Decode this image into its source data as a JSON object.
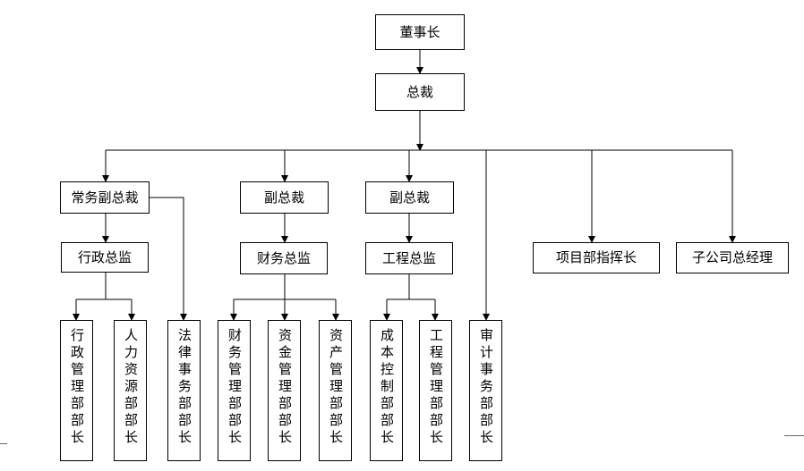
{
  "org_chart": {
    "chairman": "董事长",
    "president": "总裁",
    "exec_vp": "常务副总裁",
    "vp_1": "副总裁",
    "vp_2": "副总裁",
    "admin_director": "行政总监",
    "finance_director": "财务总监",
    "engineering_director": "工程总监",
    "project_commander": "项目部指挥长",
    "subsidiary_gm": "子公司总经理",
    "admin_dept_head": "行政管理部部长",
    "hr_dept_head": "人力资源部部长",
    "legal_dept_head": "法律事务部部长",
    "finance_dept_head": "财务管理部部长",
    "funds_dept_head": "资金管理部部长",
    "assets_dept_head": "资产管理部部长",
    "cost_dept_head": "成本控制部部长",
    "engineering_dept_head": "工程管理部部长",
    "audit_dept_head": "审计事务部部长"
  }
}
